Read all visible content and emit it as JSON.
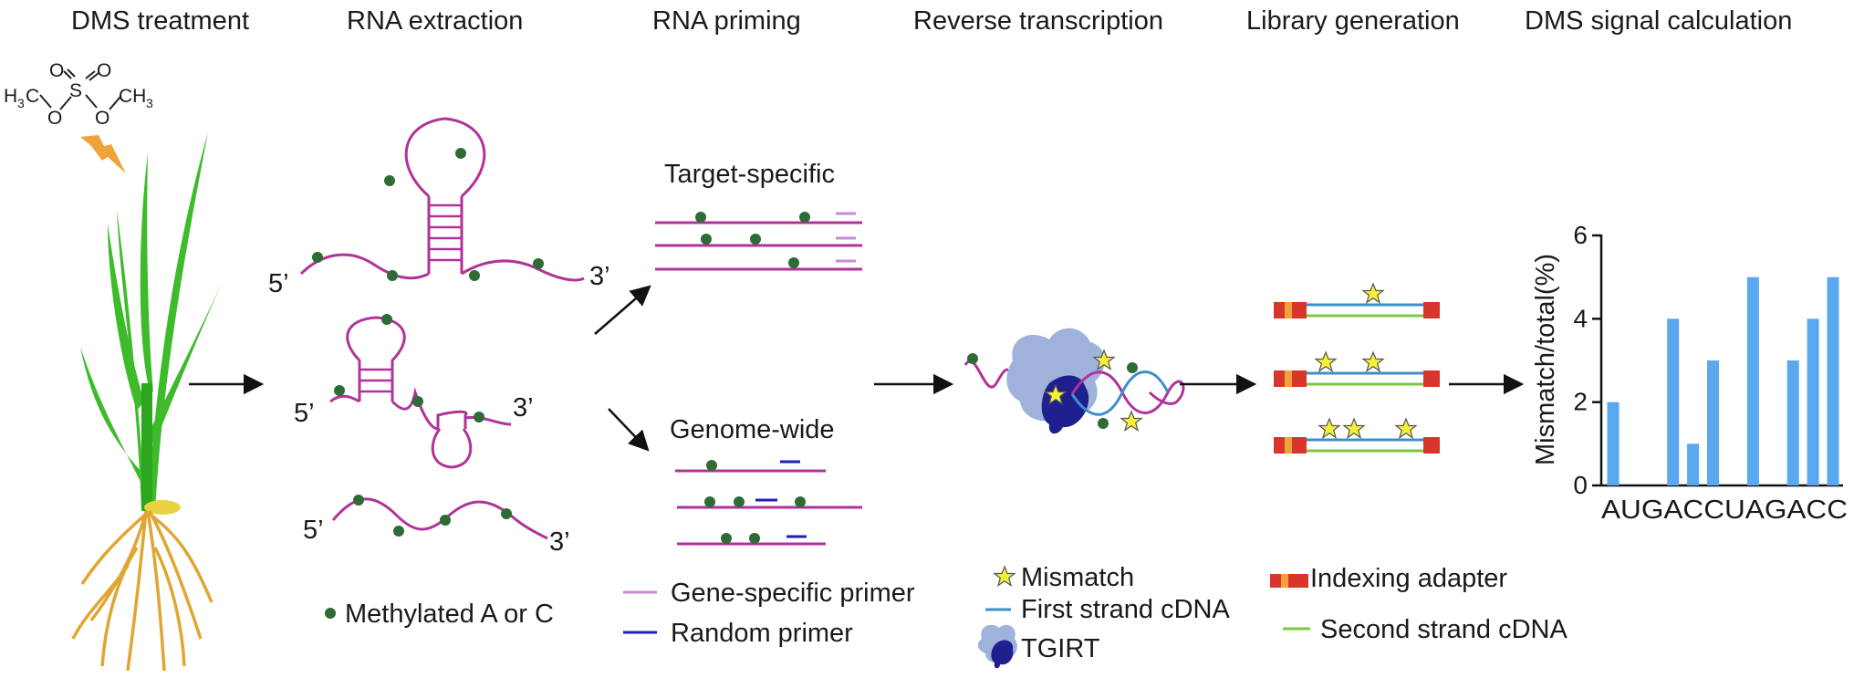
{
  "headers": {
    "dms_treatment": "DMS treatment",
    "rna_extraction": "RNA extraction",
    "rna_priming": "RNA priming",
    "reverse_transcription": "Reverse transcription",
    "library_generation": "Library generation",
    "dms_signal": "DMS signal calculation"
  },
  "chem": {
    "left_group": "H",
    "left_sub": "3",
    "left_c": "C",
    "o": "O",
    "s": "S",
    "right_group": "CH",
    "right_sub": "3"
  },
  "ends": {
    "five": "5’",
    "three": "3’"
  },
  "priming": {
    "target_specific": "Target-specific",
    "genome_wide": "Genome-wide"
  },
  "legend": {
    "methylated": "Methylated A or C",
    "gene_specific_primer": "Gene-specific primer",
    "random_primer": "Random primer",
    "mismatch": "Mismatch",
    "first_strand": "First strand cDNA",
    "tgirt": "TGIRT",
    "indexing_adapter": "Indexing adapter",
    "second_strand": "Second strand cDNA"
  },
  "colors": {
    "rna": "#b0339a",
    "methyl_dot": "#2e6b35",
    "gene_specific_primer": "#c78ad6",
    "random_primer": "#1f1fb8",
    "first_strand": "#3e8fc9",
    "second_strand": "#7cc83a",
    "adapter": "#d9362b",
    "adapter_index": "#f0a33a",
    "bar": "#5aa8f0",
    "mismatch_star": "#f5f03a",
    "plant_green": "#3dbb2a",
    "root": "#e0a632"
  },
  "chart_data": {
    "type": "bar",
    "categories": [
      "A",
      "U",
      "G",
      "A",
      "C",
      "C",
      "U",
      "A",
      "G",
      "A",
      "C",
      "C"
    ],
    "values": [
      2,
      0,
      0,
      4,
      1,
      3,
      0,
      5,
      0,
      3,
      4,
      5
    ],
    "title": "",
    "xlabel": "",
    "ylabel": "Mismatch/total(%)",
    "ylim": [
      0,
      6
    ],
    "yticks": [
      "0",
      "2",
      "4",
      "6"
    ],
    "xtick_label": "AUGACCUAGACC"
  }
}
